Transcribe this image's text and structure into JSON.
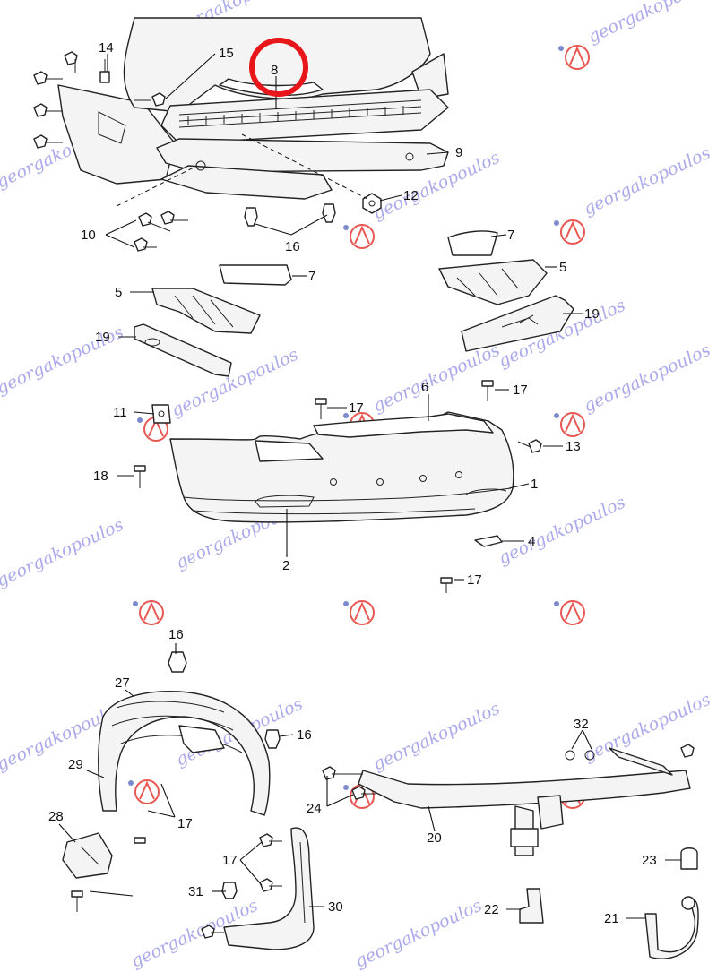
{
  "watermark": {
    "text": "georgakopoulos"
  },
  "highlight": {
    "label": "8",
    "color": "#e8161b"
  },
  "callouts": {
    "c1": "1",
    "c2": "2",
    "c4": "4",
    "c5a": "5",
    "c5b": "5",
    "c6": "6",
    "c7a": "7",
    "c7b": "7",
    "c8": "8",
    "c9": "9",
    "c10": "10",
    "c11": "11",
    "c12": "12",
    "c13": "13",
    "c14": "14",
    "c15": "15",
    "c16a": "16",
    "c16b": "16",
    "c16c": "16",
    "c17a": "17",
    "c17b": "17",
    "c17c": "17",
    "c17d": "17",
    "c17e": "17",
    "c18": "18",
    "c19a": "19",
    "c19b": "19",
    "c20": "20",
    "c21": "21",
    "c22": "22",
    "c23": "23",
    "c24": "24",
    "c27": "27",
    "c28": "28",
    "c29": "29",
    "c30": "30",
    "c31": "31",
    "c32": "32"
  }
}
